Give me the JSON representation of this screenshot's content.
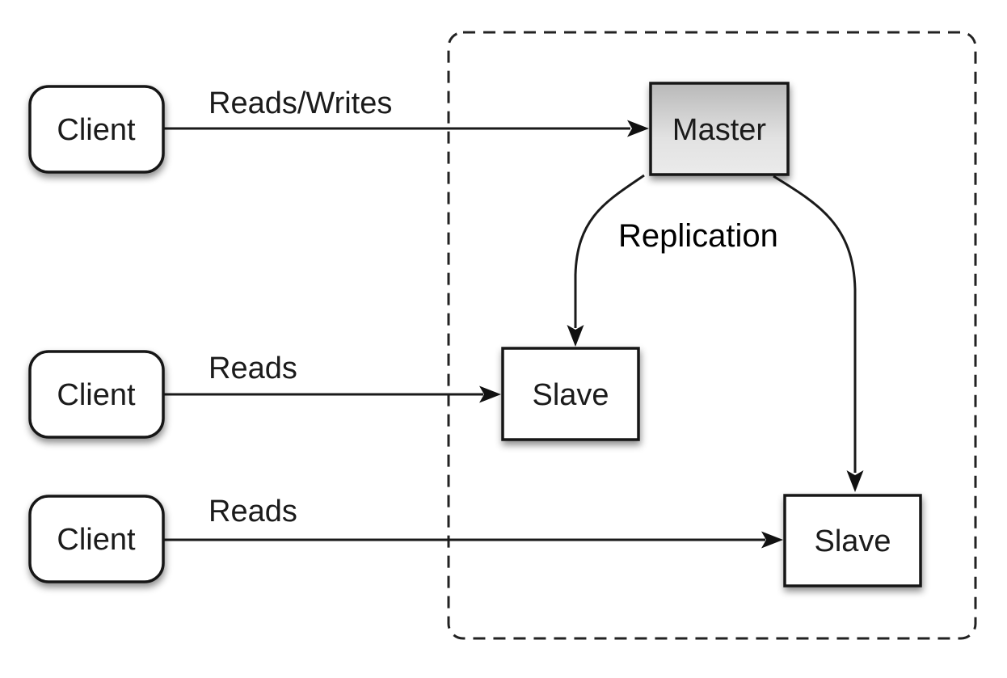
{
  "colors": {
    "background": "#ffffff",
    "stroke": "#1a1a1a",
    "node_fill": "#ffffff",
    "master_gradient_top": "#b9b9b9",
    "master_gradient_bottom": "#ebebeb",
    "text": "#1b1b1b"
  },
  "nodes": {
    "client1": {
      "label": "Client"
    },
    "client2": {
      "label": "Client"
    },
    "client3": {
      "label": "Client"
    },
    "master": {
      "label": "Master"
    },
    "slave1": {
      "label": "Slave"
    },
    "slave2": {
      "label": "Slave"
    }
  },
  "edges": {
    "client1_to_master": {
      "label": "Reads/Writes"
    },
    "client2_to_slave1": {
      "label": "Reads"
    },
    "client3_to_slave2": {
      "label": "Reads"
    },
    "master_to_slaves": {
      "label": "Replication"
    }
  }
}
